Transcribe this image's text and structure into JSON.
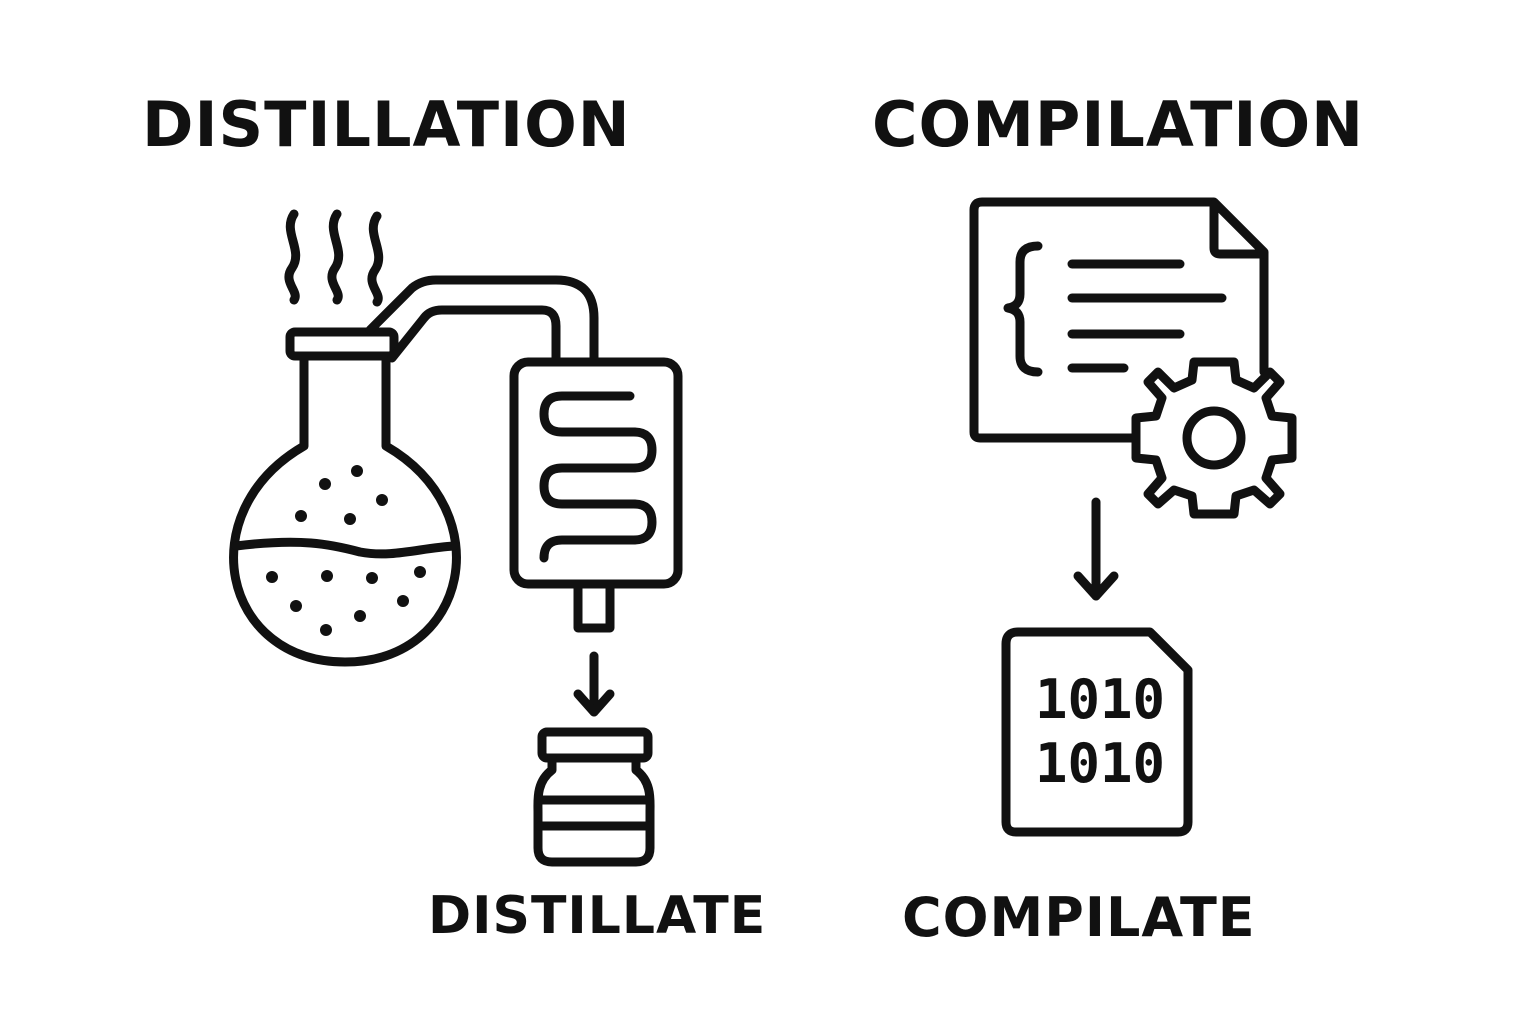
{
  "distillation": {
    "title": "DISTILLATION",
    "output_label": "DISTILLATE",
    "icons": [
      "steam-icon",
      "flask-icon",
      "condenser-icon",
      "arrow-down-icon",
      "jar-icon"
    ]
  },
  "compilation": {
    "title": "COMPILATION",
    "output_label": "COMPILATE",
    "binary_lines": [
      "1010",
      "1010"
    ],
    "icons": [
      "source-code-document-icon",
      "gear-icon",
      "arrow-down-icon",
      "binary-file-icon"
    ]
  },
  "colors": {
    "ink": "#111111",
    "background": "#ffffff"
  }
}
